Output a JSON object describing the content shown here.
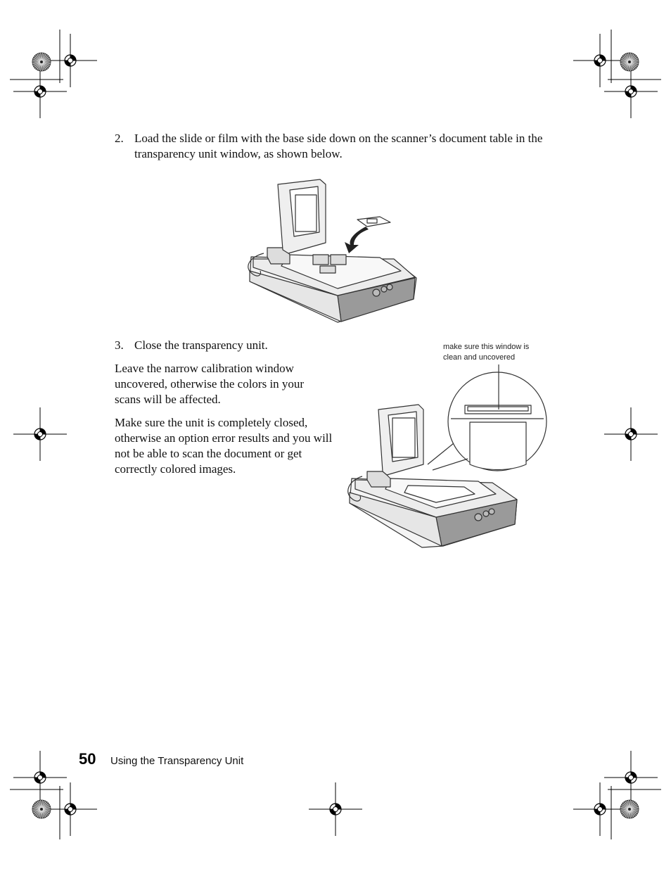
{
  "steps": [
    {
      "number": "2.",
      "text": "Load the slide or film with the base side down on the scanner’s document table in the transparency unit window, as shown below."
    },
    {
      "number": "3.",
      "text": "Close the transparency unit."
    }
  ],
  "paragraphs": [
    "Leave the narrow calibration window uncovered, otherwise the colors in your scans will be affected.",
    "Make sure the unit is completely closed, otherwise an option error results and you will not be able to scan the document or get correctly colored images."
  ],
  "callout": "make sure this window is clean and uncovered",
  "footer": {
    "page_number": "50",
    "section": "Using the Transparency Unit"
  }
}
